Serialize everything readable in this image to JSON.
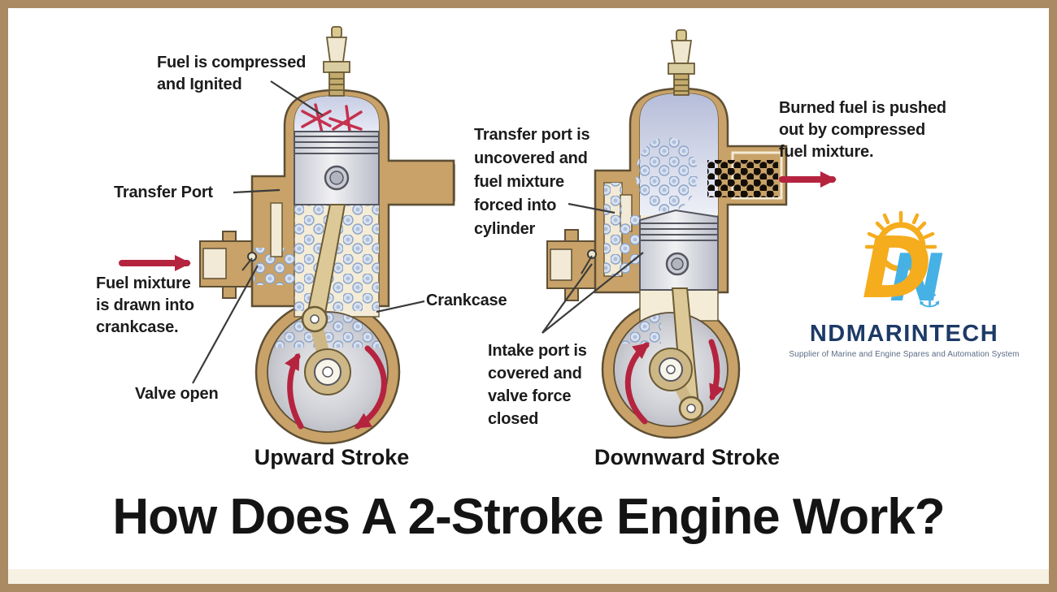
{
  "title": "How Does A 2-Stroke Engine Work?",
  "captions": {
    "left": "Upward Stroke",
    "right": "Downward Stroke"
  },
  "ann": {
    "fuel_compressed": {
      "l1": "Fuel is compressed",
      "l2": "and Ignited"
    },
    "transfer_port": "Transfer Port",
    "fuel_mixture": {
      "l1": "Fuel mixture",
      "l2": "is drawn into",
      "l3": "crankcase."
    },
    "valve_open": "Valve open",
    "transfer_uncovered": {
      "l1": "Transfer port is",
      "l2": "uncovered and",
      "l3": "fuel mixture",
      "l4": "forced into",
      "l5": "cylinder"
    },
    "crankcase": "Crankcase",
    "intake_covered": {
      "l1": "Intake port is",
      "l2": "covered and",
      "l3": "valve force",
      "l4": "closed"
    },
    "burned_fuel": {
      "l1": "Burned fuel is pushed",
      "l2": "out by compressed",
      "l3": "fuel mixture."
    }
  },
  "logo": {
    "name": "NDMARINTECH",
    "tagline": "Supplier of Marine and Engine Spares and Automation System",
    "anchor_icon": "⚓"
  },
  "colors": {
    "frame_border": "#a98a62",
    "engine_body": "#c8a268",
    "engine_outline": "#5e4f35",
    "bore_cream": "#f4ecd7",
    "arrow_red": "#b5243f",
    "spark_red": "#c5304e",
    "logo_yellow": "#f5ac1d",
    "logo_blue": "#45b1e5",
    "logo_navy": "#1d3a66"
  }
}
